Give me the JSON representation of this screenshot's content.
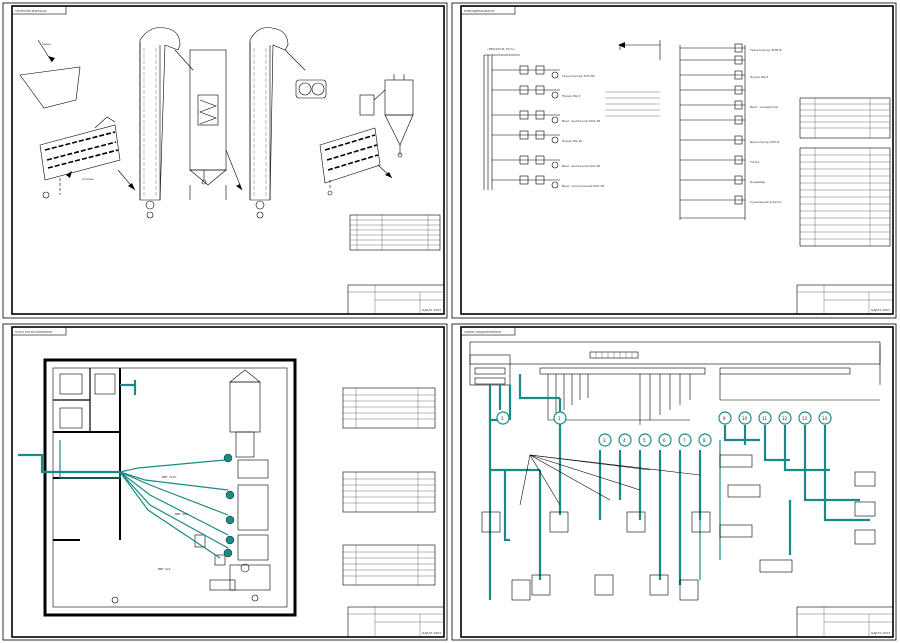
{
  "sheets": [
    {
      "id": "process",
      "stamp_code": "ЦДАГУ 2003"
    },
    {
      "id": "electrical",
      "stamp_code": "ЦДАГУ 2003"
    },
    {
      "id": "plan",
      "stamp_code": "ЦДАГУ 2003"
    },
    {
      "id": "wiring",
      "stamp_code": "ЦДАГУ 2003"
    }
  ],
  "sheet_tops": {
    "process": "ТЕХНОЛОГИЧЕСКАЯ",
    "electrical": "ПРИНЦИПИАЛЬНАЯ",
    "plan": "ПЛАН РАСПОЛОЖЕНИЯ",
    "wiring": "СХЕМА ПОДКЛЮЧЕНИЯ"
  },
  "process_labels": {
    "zerno": "зерно",
    "otkhody": "отходы"
  },
  "electrical_labels": {
    "top_bus": "~380/220 В, 50 Гц",
    "units": [
      "Транспортер ТСН-3Б",
      "Нория НЦ-5",
      "Вент. вытяжной ОСК-28",
      "Нория НЦ-10",
      "Вент. вытяжной ОСК-28",
      "Вент. загрузочный ОСК-28"
    ],
    "right_units": [
      "Транспортер ЖТБ-8",
      "Нория НЦ-5",
      "Вент. охладителя",
      "Вентилятор ОСП-5",
      "Топка",
      "Конвейер",
      "Сушильный агрегат"
    ]
  },
  "plan_labels": {
    "cable1": "ВВГ 4х10",
    "cable2": "ВВГ 4х6",
    "cable3": "ВВГ 4х4"
  },
  "wiring_circles_top": [
    "1",
    "2"
  ],
  "wiring_circles_mid": [
    "3",
    "4",
    "5",
    "6",
    "7",
    "8"
  ],
  "wiring_circles_right": [
    "9",
    "10",
    "11",
    "12",
    "13",
    "14"
  ],
  "colors": {
    "line": "#000000",
    "cable": "#1a8a87"
  }
}
